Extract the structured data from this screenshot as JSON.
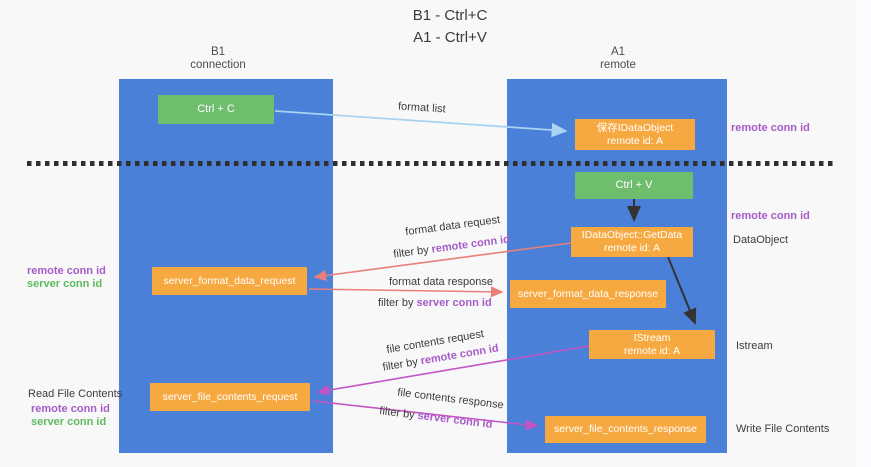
{
  "title": {
    "line1": "B1 - Ctrl+C",
    "line2": "A1 - Ctrl+V"
  },
  "columns": {
    "left": {
      "name": "B1",
      "subtitle": "connection"
    },
    "right": {
      "name": "A1",
      "subtitle": "remote"
    }
  },
  "nodes": {
    "ctrl_c": {
      "label": "Ctrl + C"
    },
    "ctrl_v": {
      "label": "Ctrl + V"
    },
    "save_idataobject": {
      "line1": "保存IDataObject",
      "line2": "remote id: A"
    },
    "idataobject_getdata": {
      "line1": "IDataObject::GetData",
      "line2": "remote id: A"
    },
    "istream": {
      "line1": "IStream",
      "line2": "remote id: A"
    },
    "server_format_data_request": {
      "label": "server_format_data_request"
    },
    "server_format_data_response": {
      "label": "server_format_data_response"
    },
    "server_file_contents_request": {
      "label": "server_file_contents_request"
    },
    "server_file_contents_response": {
      "label": "server_file_contents_response"
    }
  },
  "arrows": {
    "format_list": {
      "label": "format list"
    },
    "format_data_request": {
      "label": "format data request",
      "filter_prefix": "filter by",
      "filter_key": "remote conn id"
    },
    "format_data_response": {
      "label": "format data response",
      "filter_prefix": "filter by",
      "filter_key": "server conn id"
    },
    "file_contents_request": {
      "label": "file contents request",
      "filter_prefix": "filter by",
      "filter_key": "remote conn id"
    },
    "file_contents_response": {
      "label": "file contents response",
      "filter_prefix": "filter by",
      "filter_key": "server conn id"
    }
  },
  "side_labels": {
    "remote_conn_id": "remote conn id",
    "server_conn_id": "server conn id",
    "dataobject": "DataObject",
    "istream": "Istream",
    "read_file_contents": "Read File Contents",
    "write_file_contents": "Write File Contents"
  },
  "colors": {
    "column_blue": "#4a80d8",
    "node_orange": "#f7a941",
    "node_green": "#6fbe6e",
    "arrow_light_blue": "#a9d3f2",
    "arrow_salmon": "#e87f7a",
    "arrow_magenta": "#c454c4",
    "arrow_black": "#333333",
    "label_purple": "#a55cc8",
    "label_green": "#5fbb5f",
    "background": "#f8f8f9"
  }
}
